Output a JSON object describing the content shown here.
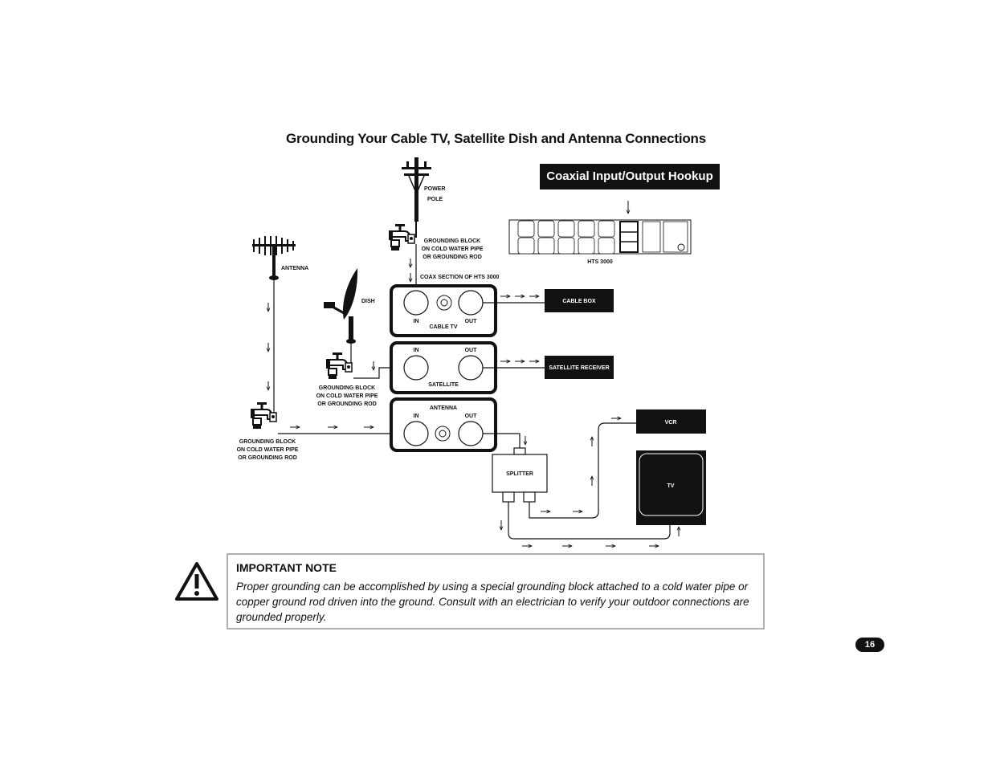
{
  "page": {
    "title": "Grounding Your Cable TV, Satellite Dish and Antenna Connections",
    "section_label": "Coaxial Input/Output Hookup",
    "page_number": "16"
  },
  "diagram": {
    "power_pole_label_1": "POWER",
    "power_pole_label_2": "POLE",
    "antenna_label": "ANTENNA",
    "dish_label": "DISH",
    "grounding_block": [
      "GROUNDING BLOCK",
      "ON COLD WATER PIPE",
      "OR GROUNDING ROD"
    ],
    "coax_section_label": "COAX SECTION OF HTS 3000",
    "hts_label": "HTS 3000",
    "cable_tv_label": "CABLE TV",
    "satellite_label": "SATELLITE",
    "antenna_panel_label": "ANTENNA",
    "in_label": "IN",
    "out_label": "OUT",
    "cable_box": "CABLE BOX",
    "satellite_receiver": "SATELLITE RECEIVER",
    "vcr": "VCR",
    "tv": "TV",
    "splitter": "SPLITTER"
  },
  "note": {
    "title": "IMPORTANT NOTE",
    "body": "Proper grounding can be accomplished by using a special grounding block attached to a cold water pipe or copper ground rod driven into the ground. Consult with an electrician to verify your outdoor connections are grounded properly."
  },
  "icons": {
    "warning": "warning-triangle-icon",
    "arrow": "arrow-icon"
  }
}
